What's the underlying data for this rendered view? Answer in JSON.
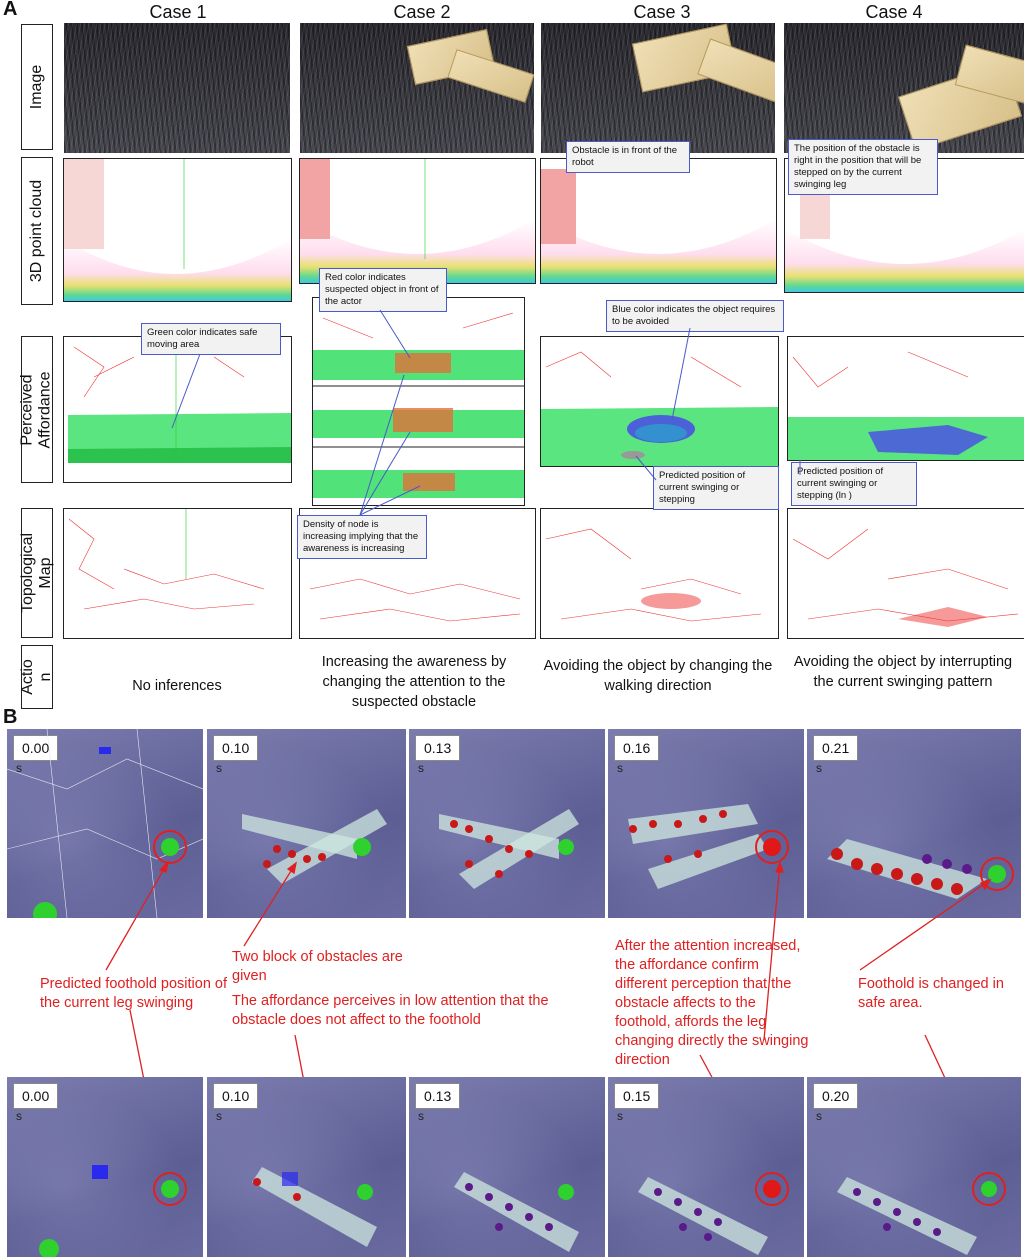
{
  "panel_a": {
    "label": "A",
    "cases": [
      "Case 1",
      "Case 2",
      "Case 3",
      "Case 4"
    ],
    "row_labels": {
      "image": "Image",
      "point_cloud": "3D point cloud",
      "affordance": "Perceived\nAffordance",
      "topological": "Topological\nMap",
      "action": "Actio\nn"
    },
    "callouts": {
      "obstacle_front": "Obstacle is in front of the robot",
      "obstacle_stepped": "The position of the obstacle is right in the position that will be stepped on by the current swinging leg",
      "red_color": "Red color indicates suspected object in front of the actor",
      "green_color": "Green color indicates safe moving area",
      "blue_color": "Blue color indicates the object requires to be avoided",
      "predicted_case3": "Predicted position  of current swinging or stepping",
      "predicted_case4": "Predicted position  of current swinging or stepping (ln )",
      "density": "Density of node is increasing implying that the awareness is increasing"
    },
    "actions": [
      "No inferences",
      "Increasing the awareness by changing the attention to the suspected obstacle",
      "Avoiding the object by changing the walking direction",
      "Avoiding the object by interrupting the current swinging pattern"
    ]
  },
  "panel_b": {
    "label": "B",
    "top_times": [
      "0.00",
      "0.10",
      "0.13",
      "0.16",
      "0.21"
    ],
    "bottom_times": [
      "0.00",
      "0.10",
      "0.13",
      "0.15",
      "0.20"
    ],
    "unit": "s",
    "notes": {
      "predicted": "Predicted foothold position of the current leg swinging",
      "two_blocks": "Two block of obstacles are given",
      "low_attention": "The affordance perceives in low attention that the obstacle does not affect to the foothold",
      "after_attention": "After the attention increased, the affordance confirm different perception that the obstacle affects to the foothold, affords the leg changing directly the swinging direction",
      "foothold_changed": "Foothold is changed in safe area."
    }
  },
  "colors": {
    "safe_area": "#3ee06a",
    "suspected": "#e0703a",
    "avoid": "#4a4ae8",
    "annotation": "#e02020",
    "callout_border": "#4a5bc8"
  }
}
